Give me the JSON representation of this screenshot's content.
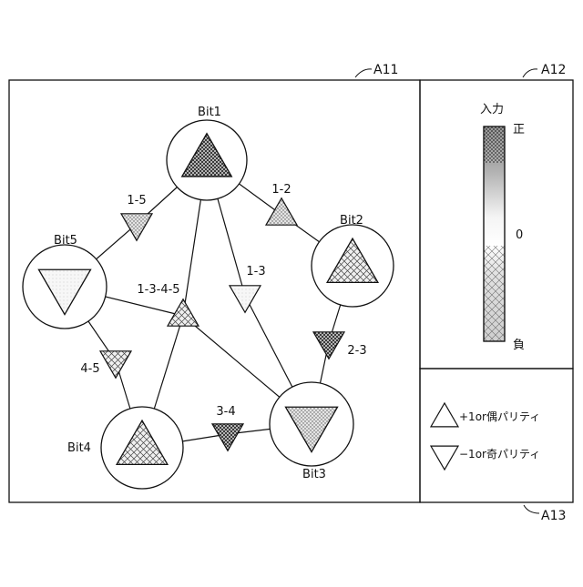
{
  "refs": {
    "main": "A11",
    "legend_scale": "A12",
    "legend_symbols": "A13"
  },
  "nodes": [
    {
      "id": "bit1",
      "label": "Bit1",
      "shape": "up",
      "input": "positive"
    },
    {
      "id": "bit2",
      "label": "Bit2",
      "shape": "up",
      "input": "mid-negative"
    },
    {
      "id": "bit3",
      "label": "Bit3",
      "shape": "down",
      "input": "mid-positive"
    },
    {
      "id": "bit4",
      "label": "Bit4",
      "shape": "up",
      "input": "mid-negative"
    },
    {
      "id": "bit5",
      "label": "Bit5",
      "shape": "down",
      "input": "near-zero"
    }
  ],
  "checks": [
    {
      "id": "c12",
      "label": "1-2",
      "shape": "up",
      "input": "mid-positive"
    },
    {
      "id": "c15",
      "label": "1-5",
      "shape": "down",
      "input": "mid-positive"
    },
    {
      "id": "c13",
      "label": "1-3",
      "shape": "down",
      "input": "near-zero"
    },
    {
      "id": "c1345",
      "label": "1-3-4-5",
      "shape": "up",
      "input": "mid-negative"
    },
    {
      "id": "c23",
      "label": "2-3",
      "shape": "down",
      "input": "positive"
    },
    {
      "id": "c45",
      "label": "4-5",
      "shape": "down",
      "input": "mid-negative"
    },
    {
      "id": "c34",
      "label": "3-4",
      "shape": "down",
      "input": "positive"
    }
  ],
  "edges": [
    [
      "bit1",
      "c12"
    ],
    [
      "c12",
      "bit2"
    ],
    [
      "bit1",
      "c15"
    ],
    [
      "c15",
      "bit5"
    ],
    [
      "bit1",
      "c13"
    ],
    [
      "c13",
      "bit3"
    ],
    [
      "bit1",
      "c1345"
    ],
    [
      "bit3",
      "c1345"
    ],
    [
      "bit4",
      "c1345"
    ],
    [
      "bit5",
      "c1345"
    ],
    [
      "bit2",
      "c23"
    ],
    [
      "c23",
      "bit3"
    ],
    [
      "bit5",
      "c45"
    ],
    [
      "c45",
      "bit4"
    ],
    [
      "bit4",
      "c34"
    ],
    [
      "c34",
      "bit3"
    ]
  ],
  "scale": {
    "title": "入力",
    "top": "正",
    "middle": "0",
    "bottom": "負"
  },
  "legend": [
    {
      "shape": "up",
      "text": "+1or偶パリティ"
    },
    {
      "shape": "down",
      "text": "−1or奇パリティ"
    }
  ]
}
